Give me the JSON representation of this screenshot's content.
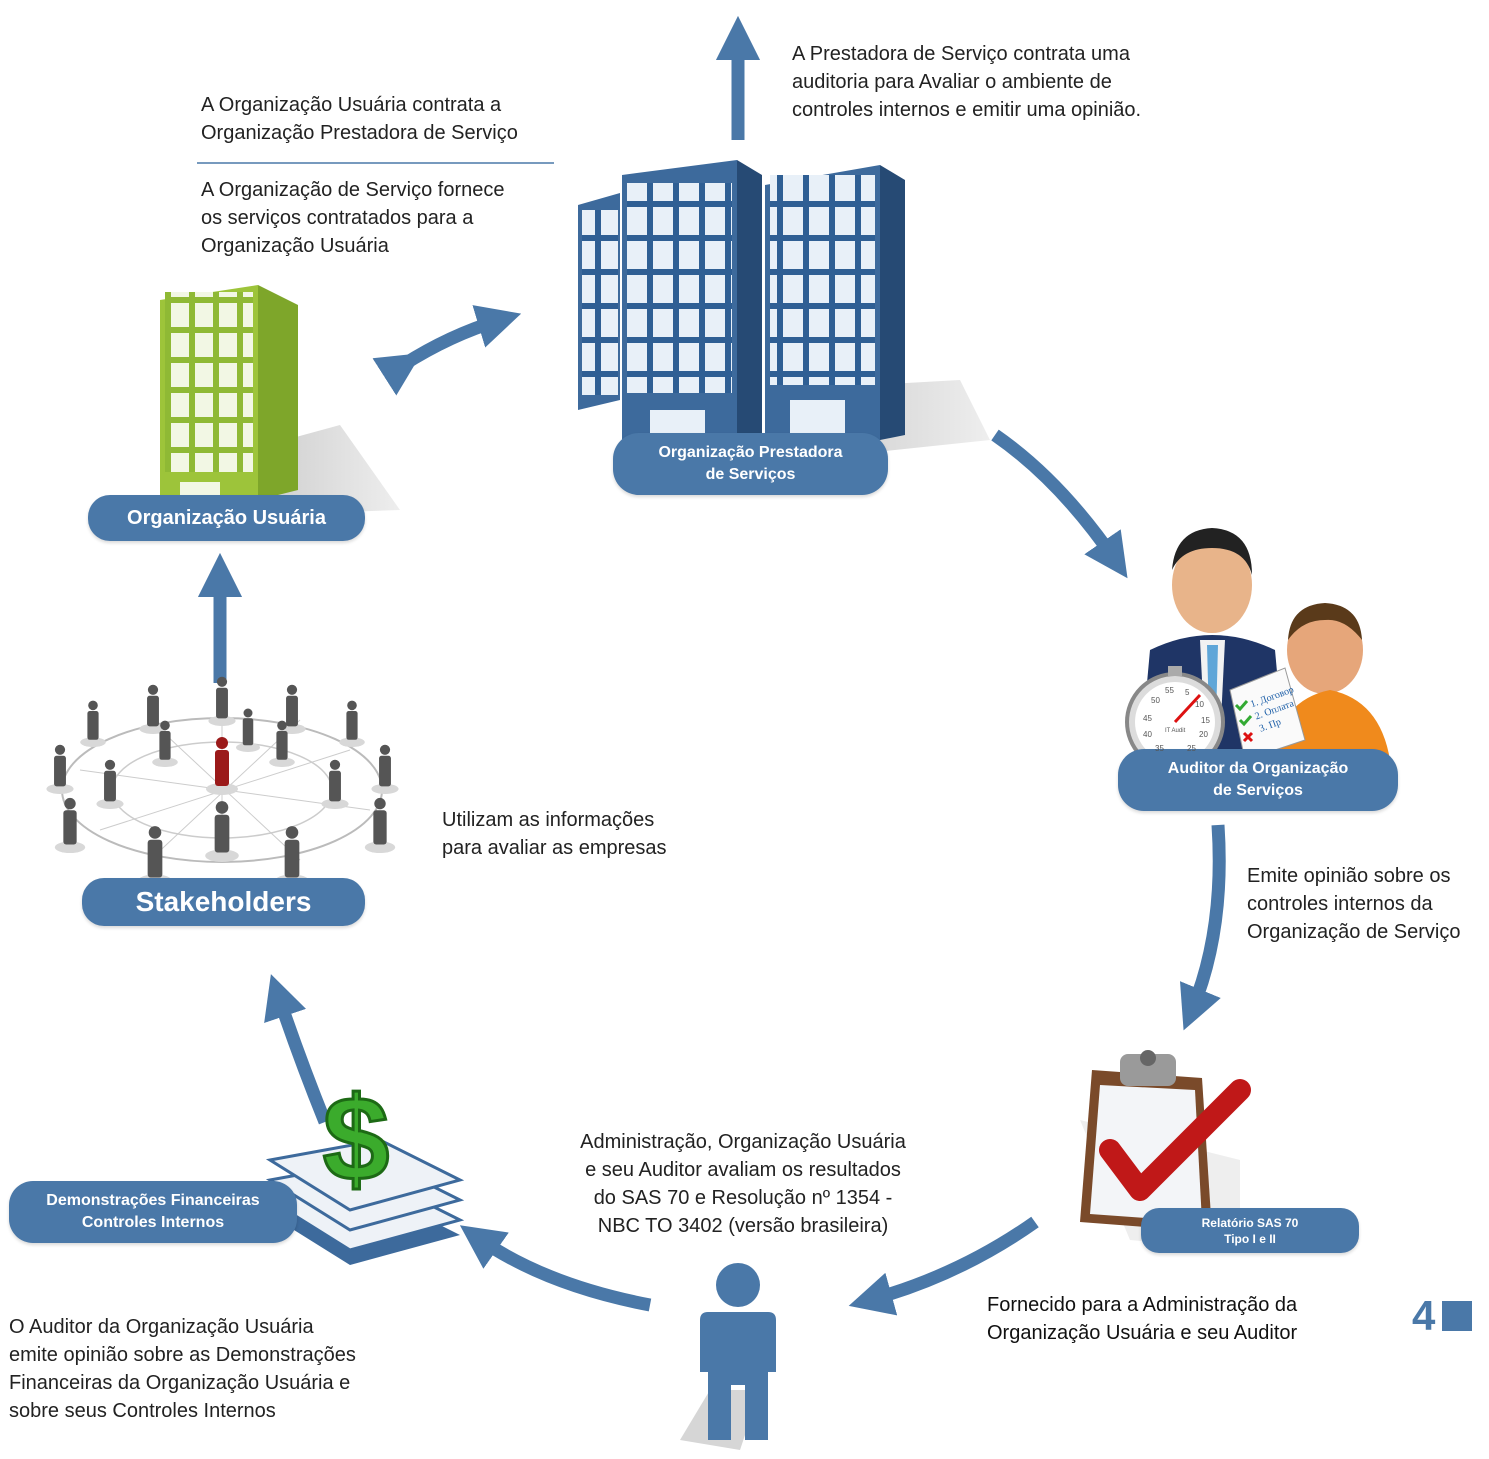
{
  "labels": {
    "prestadora": [
      "Organização Prestadora",
      "de Serviços"
    ],
    "usuaria": "Organização Usuária",
    "auditor_servicos": [
      "Auditor da Organização",
      "de Serviços"
    ],
    "stakeholders": "Stakeholders",
    "relatorio": [
      "Relatório SAS 70",
      "Tipo I e II"
    ],
    "demonstracoes": [
      "Demonstrações Financeiras",
      "Controles Internos"
    ]
  },
  "texts": {
    "contrata_auditoria": [
      "A Prestadora de Serviço contrata uma",
      "auditoria para Avaliar o ambiente de",
      "controles internos e emitir uma opinião."
    ],
    "contrata_prestadora": [
      "A Organização Usuária contrata a",
      "Organização Prestadora de Serviço"
    ],
    "fornece_servicos": [
      "A Organização de Serviço fornece",
      "os serviços contratados para a",
      "Organização Usuária"
    ],
    "utilizam": [
      "Utilizam as informações",
      "para avaliar as empresas"
    ],
    "emite_opiniao": [
      "Emite opinião sobre os",
      "controles internos da",
      "Organização de Serviço"
    ],
    "administracao": [
      "Administração, Organização Usuária",
      "e seu Auditor avaliam os resultados",
      "do SAS 70 e Resolução nº 1354 -",
      "NBC TO 3402 (versão brasileira)"
    ],
    "fornecido": [
      "Fornecido para a Administração da",
      "Organização Usuária e seu Auditor"
    ],
    "auditor_usuaria": [
      "O Auditor da Organização Usuária",
      "emite opinião sobre as Demonstrações",
      "Financeiras da Organização Usuária e",
      "sobre seus Controles Internos"
    ]
  },
  "clipboard_text": [
    "1. Договор",
    "2. Оплата",
    "3. Пр"
  ],
  "stopwatch_text": [
    "55",
    "5",
    "50",
    "10",
    "45",
    "15",
    "40",
    "20",
    "35",
    "25",
    "IT Audit"
  ],
  "page_number": "4",
  "colors": {
    "accent": "#4a78a8",
    "green": "#9dc43a",
    "red": "#b01c1c",
    "building_blue": "#3d6a9c"
  }
}
